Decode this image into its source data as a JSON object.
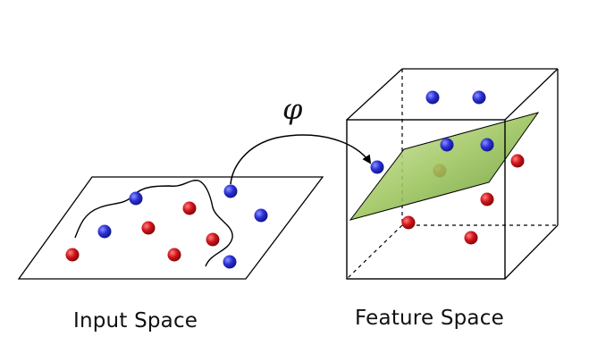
{
  "captions": {
    "input_space": "Input Space",
    "feature_space": "Feature Space"
  },
  "mapping_symbol": "φ",
  "colors": {
    "class_a": "#2a2fd6",
    "class_b": "#d0141a",
    "hyperplane": "#8db84a",
    "outline": "#000000"
  }
}
